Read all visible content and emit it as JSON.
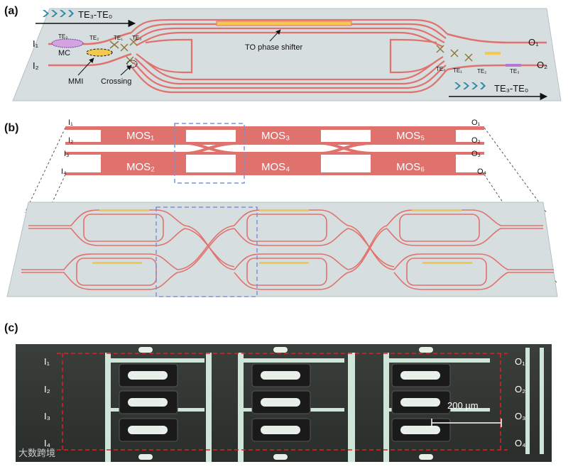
{
  "panels": {
    "a": {
      "label": "(a)",
      "mode_top": "TE₃-TE₀",
      "mode_bottom": "TE₃-TE₀",
      "inputs": [
        "I₁",
        "I₂"
      ],
      "outputs": [
        "O₁",
        "O₂"
      ],
      "callouts": {
        "phase_shifter": "TO phase shifter",
        "mc": "MC",
        "mmi": "MMI",
        "crossing": "Crossing"
      },
      "mode_labels_left": [
        "TE₃",
        "TE₂",
        "TE₁",
        "TE₀"
      ],
      "mode_labels_right": [
        "TE₀",
        "TE₁",
        "TE₂",
        "TE₃"
      ]
    },
    "b": {
      "label": "(b)",
      "inputs": [
        "I₁",
        "I₂",
        "I₃",
        "I₄"
      ],
      "outputs": [
        "O₁",
        "O₂",
        "O₃",
        "O₄"
      ],
      "switches": [
        "MOS₁",
        "MOS₂",
        "MOS₃",
        "MOS₄",
        "MOS₅",
        "MOS₆"
      ]
    },
    "c": {
      "label": "(c)",
      "inputs": [
        "I₁",
        "I₂",
        "I₃",
        "I₄"
      ],
      "outputs": [
        "O₁",
        "O₂",
        "O₃",
        "O₄"
      ],
      "scale_bar": "200 µm",
      "watermark": "大数跨境"
    }
  },
  "colors": {
    "waveguide": "#e0726e",
    "heater": "#f2c94c",
    "slab": "#c9d3d6",
    "dashed_box": "#7b93d8",
    "dashed_red": "#e02020",
    "arrow": "#3a9bb5"
  }
}
